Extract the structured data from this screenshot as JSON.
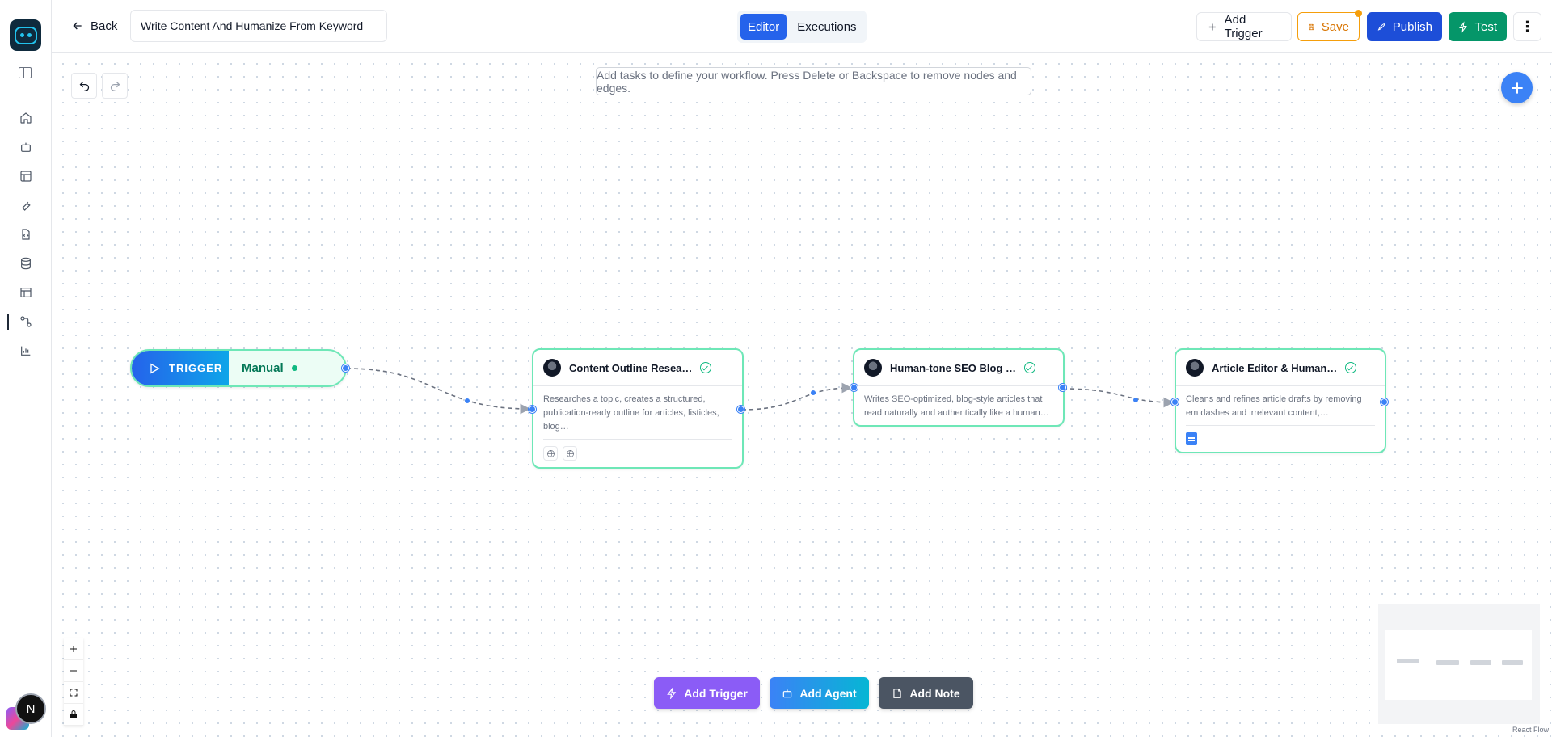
{
  "app": {
    "workflow_title": "Write Content And Humanize From Keyword",
    "avatar_initial": "N"
  },
  "header": {
    "back_label": "Back",
    "tabs": [
      {
        "label": "Editor",
        "active": true
      },
      {
        "label": "Executions",
        "active": false
      }
    ],
    "add_trigger_label": "Add Trigger",
    "save_label": "Save",
    "publish_label": "Publish",
    "test_label": "Test",
    "more_label": "⋮"
  },
  "sidebar": {
    "items": [
      {
        "icon": "home-icon"
      },
      {
        "icon": "bot-icon"
      },
      {
        "icon": "layout-icon"
      },
      {
        "icon": "wrench-icon"
      },
      {
        "icon": "file-code-icon"
      },
      {
        "icon": "database-icon"
      },
      {
        "icon": "table-icon"
      },
      {
        "icon": "workflow-icon",
        "active": true
      },
      {
        "icon": "chart-icon"
      }
    ]
  },
  "canvas": {
    "hint": "Add tasks to define your workflow. Press Delete or Backspace to remove nodes and edges.",
    "trigger_node": {
      "label": "TRIGGER",
      "type": "Manual"
    },
    "agent_nodes": [
      {
        "name": "Content Outline Resea…",
        "description": "Researches a topic, creates a structured, publication-ready outline for articles, listicles, blog…",
        "tools": [
          "globe-icon",
          "globe-icon"
        ]
      },
      {
        "name": "Human-tone SEO Blog …",
        "description": "Writes SEO-optimized, blog-style articles that read naturally and authentically like a human…",
        "tools": []
      },
      {
        "name": "Article Editor & Human…",
        "description": "Cleans and refines article drafts by removing em dashes and irrelevant content,…",
        "tools": [
          "google-docs-icon"
        ]
      }
    ],
    "bottom_toolbar": {
      "add_trigger": "Add Trigger",
      "add_agent": "Add Agent",
      "add_note": "Add Note"
    },
    "attribution": "React Flow"
  },
  "colors": {
    "primary": "#2563eb",
    "save": "#d97706",
    "test": "#059669",
    "node_border": "#6ee7b7",
    "add_trigger": "#8b5cf6",
    "add_note": "#4b5563"
  }
}
